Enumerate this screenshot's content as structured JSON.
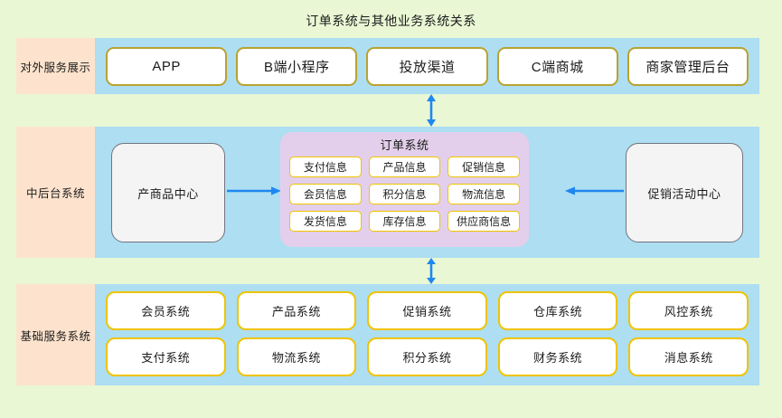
{
  "diagram": {
    "title": "订单系统与其他业务系统关系",
    "background_color": "#e9f7d4",
    "band_label_color": "#fde3cd",
    "band_body_color": "#addef2",
    "order_panel_color": "#e3cfeb",
    "arrow_color": "#1e88f0",
    "node_border_color": "#b9a32e",
    "chip_border_color": "#f0c400"
  },
  "bands": {
    "top": {
      "label": "对外服务展示",
      "nodes": [
        {
          "label": "APP"
        },
        {
          "label": "B端小程序"
        },
        {
          "label": "投放渠道"
        },
        {
          "label": "C端商城"
        },
        {
          "label": "商家管理后台"
        }
      ]
    },
    "middle": {
      "label": "中后台系统",
      "left_node": {
        "label": "产商品中心"
      },
      "right_node": {
        "label": "促销活动中心"
      },
      "order_panel": {
        "title": "订单系统",
        "chips": [
          {
            "label": "支付信息"
          },
          {
            "label": "产品信息"
          },
          {
            "label": "促销信息"
          },
          {
            "label": "会员信息"
          },
          {
            "label": "积分信息"
          },
          {
            "label": "物流信息"
          },
          {
            "label": "发货信息"
          },
          {
            "label": "库存信息"
          },
          {
            "label": "供应商信息"
          }
        ]
      }
    },
    "bottom": {
      "label": "基础服务系统",
      "nodes": [
        {
          "label": "会员系统"
        },
        {
          "label": "产品系统"
        },
        {
          "label": "促销系统"
        },
        {
          "label": "仓库系统"
        },
        {
          "label": "风控系统"
        },
        {
          "label": "支付系统"
        },
        {
          "label": "物流系统"
        },
        {
          "label": "积分系统"
        },
        {
          "label": "财务系统"
        },
        {
          "label": "消息系统"
        }
      ]
    }
  },
  "connectors": {
    "top_to_middle": {
      "type": "double-vertical-arrow"
    },
    "middle_to_bottom": {
      "type": "double-vertical-arrow"
    },
    "product_to_order": {
      "type": "right-arrow"
    },
    "promo_to_order": {
      "type": "left-arrow"
    }
  }
}
